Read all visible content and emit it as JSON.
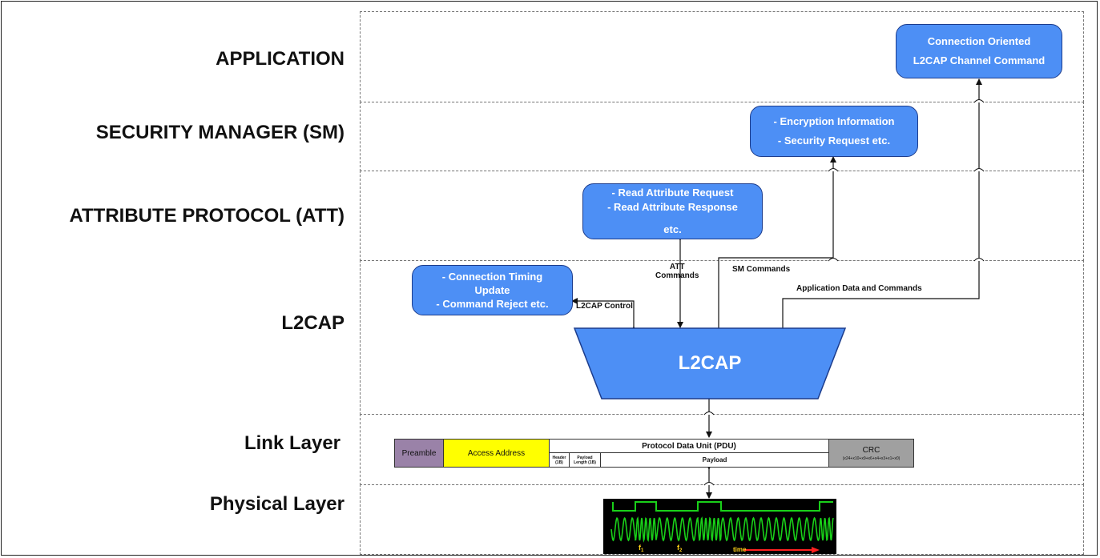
{
  "layers": {
    "application": "APPLICATION",
    "sm": "SECURITY MANAGER (SM)",
    "att": "ATTRIBUTE PROTOCOL (ATT)",
    "l2cap": "L2CAP",
    "link": "Link Layer",
    "physical": "Physical Layer"
  },
  "boxes": {
    "app_box": [
      "Connection Oriented",
      "L2CAP Channel Command"
    ],
    "sm_box": [
      "- Encryption Information",
      "- Security Request etc."
    ],
    "att_box": [
      "- Read Attribute Request",
      "- Read Attribute Response",
      "etc."
    ],
    "l2cap_box": [
      "- Connection Timing",
      "Update",
      "- Command Reject etc."
    ],
    "l2cap_block": "L2CAP"
  },
  "edges": {
    "att_commands": [
      "ATT",
      "Commands"
    ],
    "sm_commands": "SM Commands",
    "app_data": "Application Data and Commands",
    "l2cap_control": "L2CAP Control"
  },
  "packet": {
    "preamble": "Preamble",
    "access_address": "Access Address",
    "pdu": "Protocol Data Unit (PDU)",
    "header": [
      "Header",
      "(1B)"
    ],
    "payload_length": [
      "Payload",
      "Length (1B)"
    ],
    "payload": "Payload",
    "crc": "CRC",
    "crc_poly": "(x24+x10+x9+x6+x4+x3+x1+x0)"
  },
  "waveform": {
    "f1": "f",
    "f1_sub": "1",
    "f2": "f",
    "f2_sub": "2",
    "time": "time"
  },
  "colors": {
    "bubble_fill": "#4d8ff5",
    "preamble": "#9a82a8",
    "access_address": "#ffff00",
    "crc": "#a0a0a0",
    "wave_bg": "#000000",
    "wave_line": "#19d019",
    "time_arrow": "#ff2020"
  }
}
